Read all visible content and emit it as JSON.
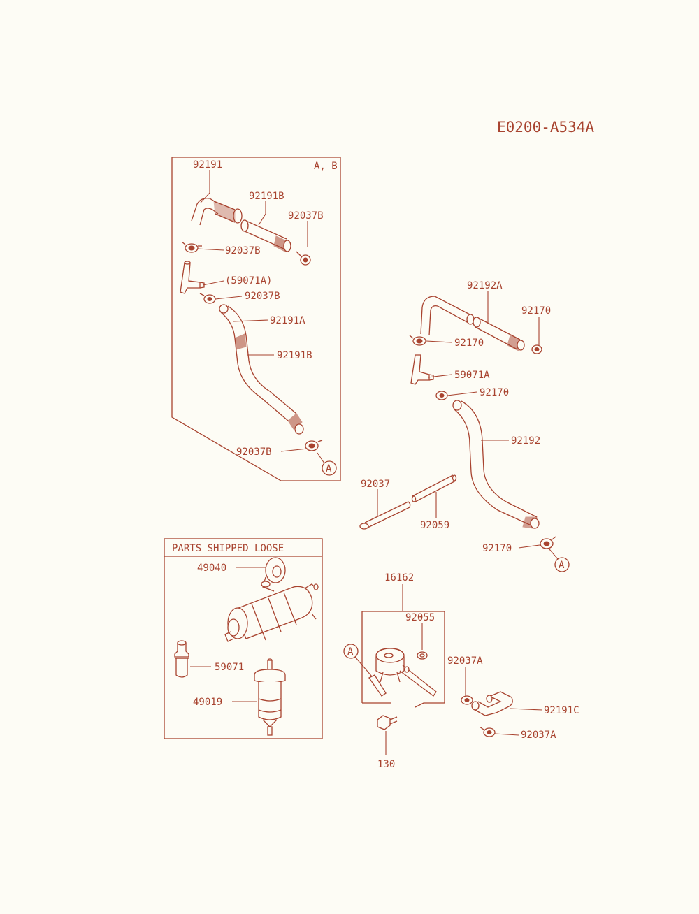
{
  "diagram_code": "E0200-A534A",
  "variant_label": "A, B",
  "parts_shipped_loose_title": "PARTS SHIPPED LOOSE",
  "ref_marker": "A",
  "callouts": {
    "c92191": "92191",
    "c92191B_top": "92191B",
    "c92037B_topright": "92037B",
    "c92037B_1": "92037B",
    "c59071A_paren": "(59071A)",
    "c92037B_2": "92037B",
    "c92191A": "92191A",
    "c92191B_mid": "92191B",
    "c92037B_bottom": "92037B",
    "c92192A": "92192A",
    "c92170_top": "92170",
    "c92170_1": "92170",
    "c59071A": "59071A",
    "c92170_2": "92170",
    "c92192": "92192",
    "c92037": "92037",
    "c92059": "92059",
    "c92170_bottom": "92170",
    "c49040": "49040",
    "c59071": "59071",
    "c49019": "49019",
    "c16162": "16162",
    "c92055": "92055",
    "c92037A_1": "92037A",
    "c92191C": "92191C",
    "c92037A_2": "92037A",
    "c130": "130"
  }
}
